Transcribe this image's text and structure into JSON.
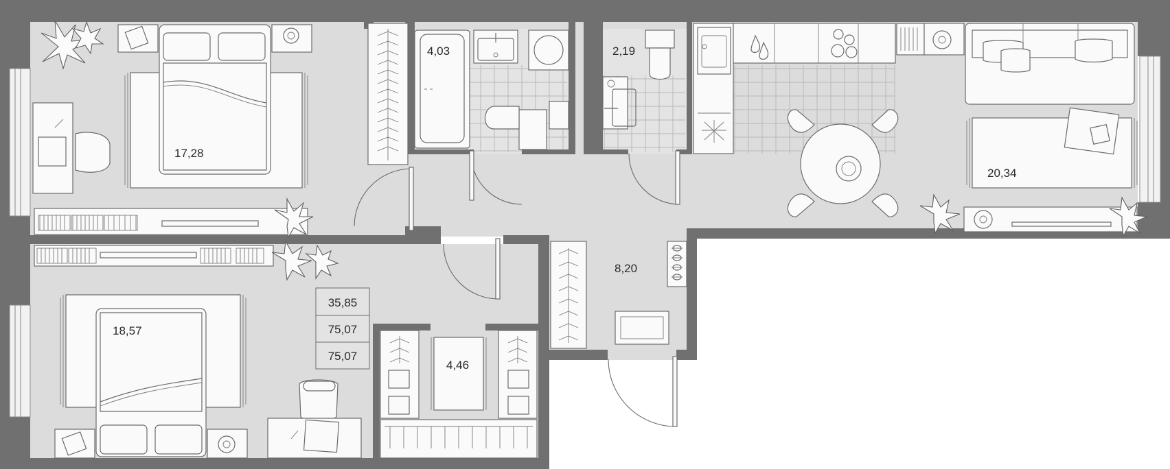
{
  "rooms": {
    "bedroom_top": "17,28",
    "bathroom": "4,03",
    "toilet": "2,19",
    "living_kitchen": "20,34",
    "hall": "8,20",
    "bedroom_bottom": "18,57",
    "wardrobe": "4,46"
  },
  "summary": {
    "living_area": "35,85",
    "total_area": "75,07",
    "total_area_with_coef": "75,07"
  },
  "colors": {
    "wall": "#707070",
    "floor": "#dcdcdc",
    "furniture": "#fafafa"
  }
}
